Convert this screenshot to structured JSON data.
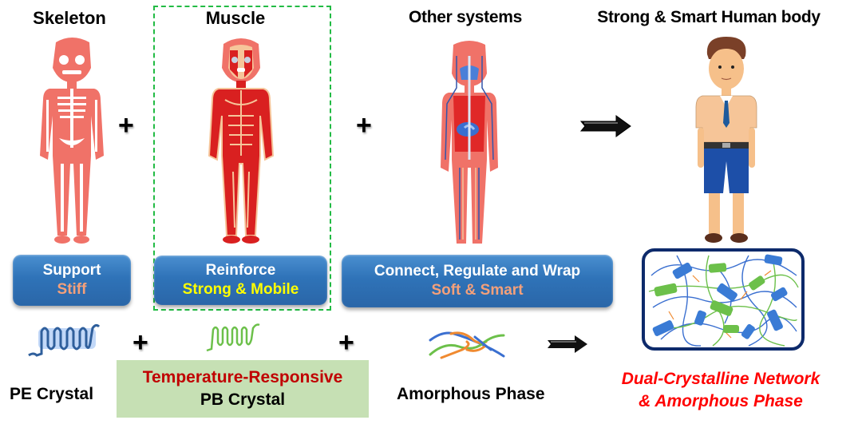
{
  "titles": {
    "skeleton": "Skeleton",
    "muscle": "Muscle",
    "other_systems": "Other systems",
    "human_body": "Strong & Smart Human body"
  },
  "boxes": {
    "support": {
      "main": "Support",
      "sub": "Stiff"
    },
    "reinforce": {
      "main": "Reinforce",
      "sub": "Strong & Mobile"
    },
    "connect": {
      "main": "Connect, Regulate and Wrap",
      "sub": "Soft & Smart"
    }
  },
  "bottom": {
    "pe_crystal": "PE Crystal",
    "pb_responsive": "Temperature-Responsive",
    "pb_crystal": "PB Crystal",
    "amorphous": "Amorphous Phase",
    "result_line1": "Dual-Crystalline Network",
    "result_line2": "& Amorphous Phase"
  },
  "symbols": {
    "plus": "+"
  },
  "colors": {
    "box_blue": "#2f73b8",
    "sub_orange": "#f4a07a",
    "sub_yellow": "#ffff00",
    "pe_blue": "#3a7bd5",
    "pb_green": "#6cc04a",
    "amorphous_orange": "#f08a30",
    "result_red": "#ff0000",
    "responsive_red": "#c00000",
    "green_panel": "#c6e0b4",
    "dashed_green": "#22bb44",
    "network_border": "#0d2a6b"
  }
}
